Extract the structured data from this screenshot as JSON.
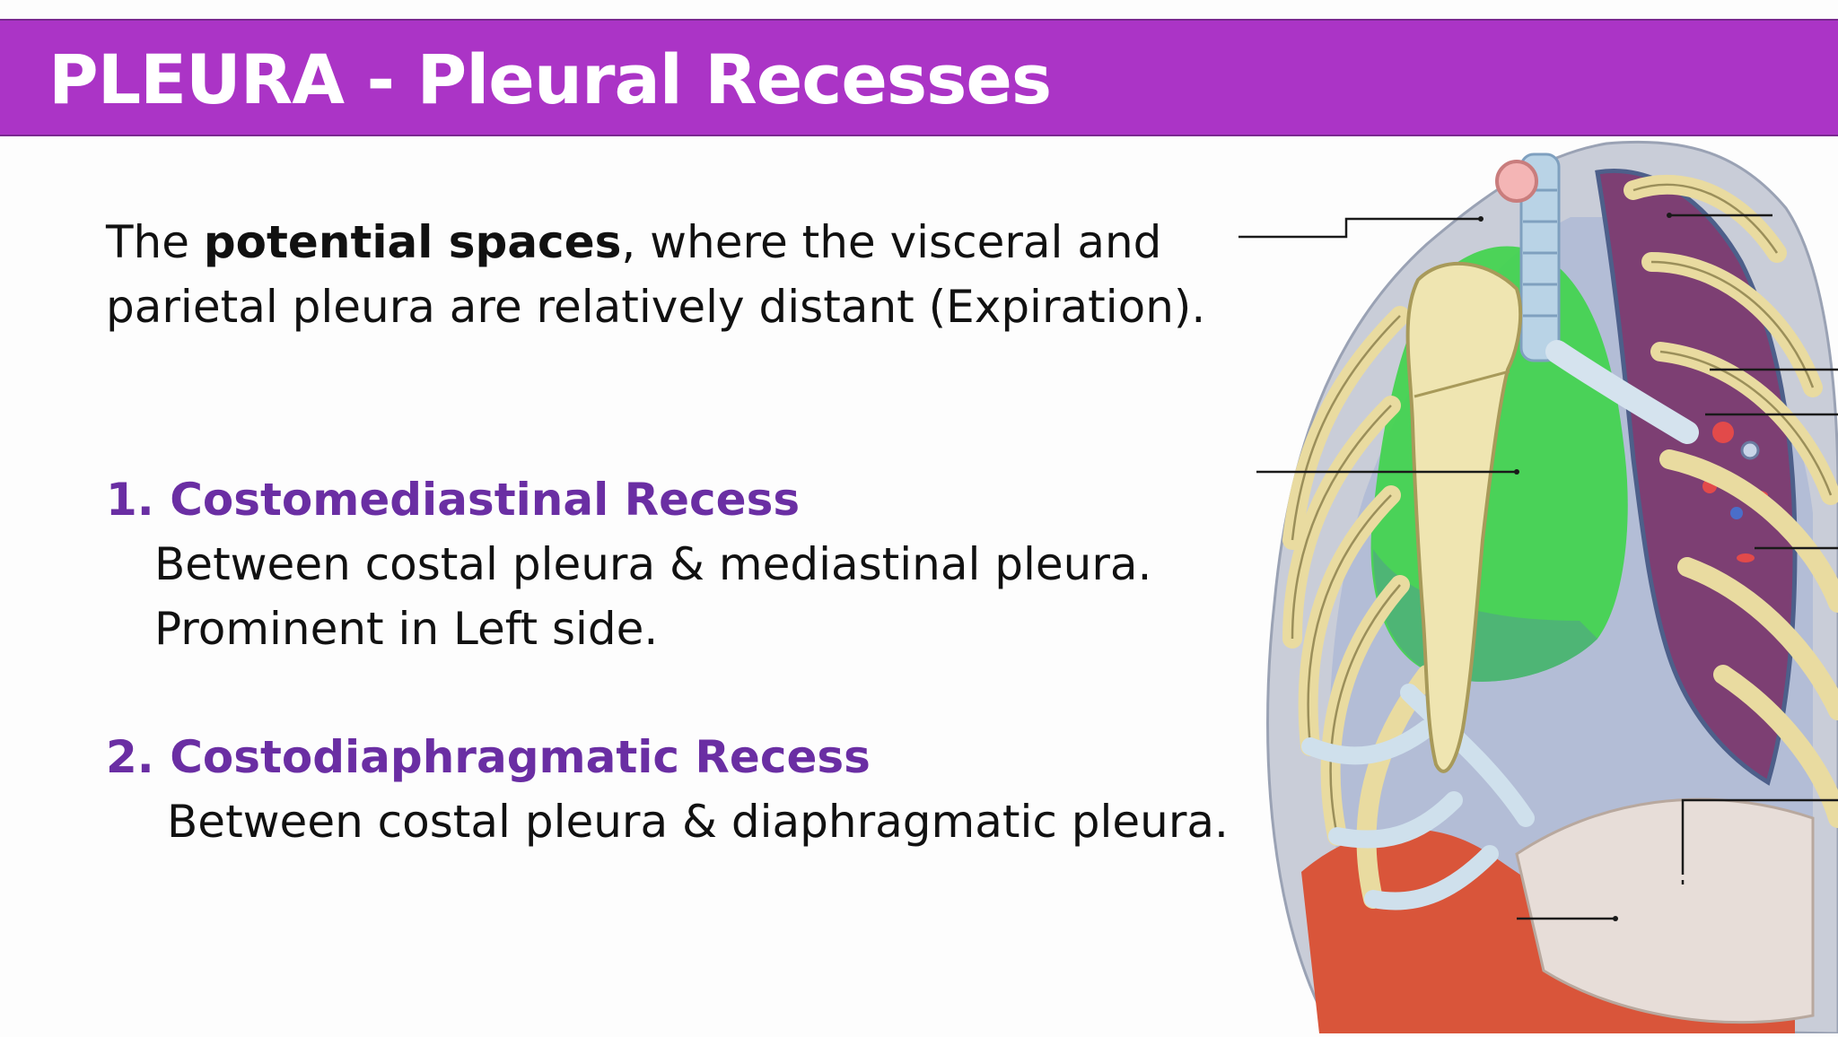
{
  "slide": {
    "title": "PLEURA - Pleural Recesses",
    "intro": {
      "prefix": "The ",
      "bold": "potential spaces",
      "suffix": ", where the visceral and",
      "line2": "parietal pleura are relatively distant (Expiration)."
    },
    "recesses": [
      {
        "heading": "1. Costomediastinal Recess",
        "lines": [
          "Between costal pleura & mediastinal pleura.",
          "Prominent in Left side."
        ]
      },
      {
        "heading": "2. Costodiaphragmatic Recess",
        "lines": [
          "Between costal pleura & diaphragmatic pleura."
        ]
      }
    ],
    "colors": {
      "title_bar": "#ab34c6",
      "heading": "#6a2ea3",
      "rib": "#e9dba0",
      "lung": "#7d3f73",
      "pericardium": "#3ed44a",
      "diaphragm_muscle": "#d9553a"
    }
  }
}
